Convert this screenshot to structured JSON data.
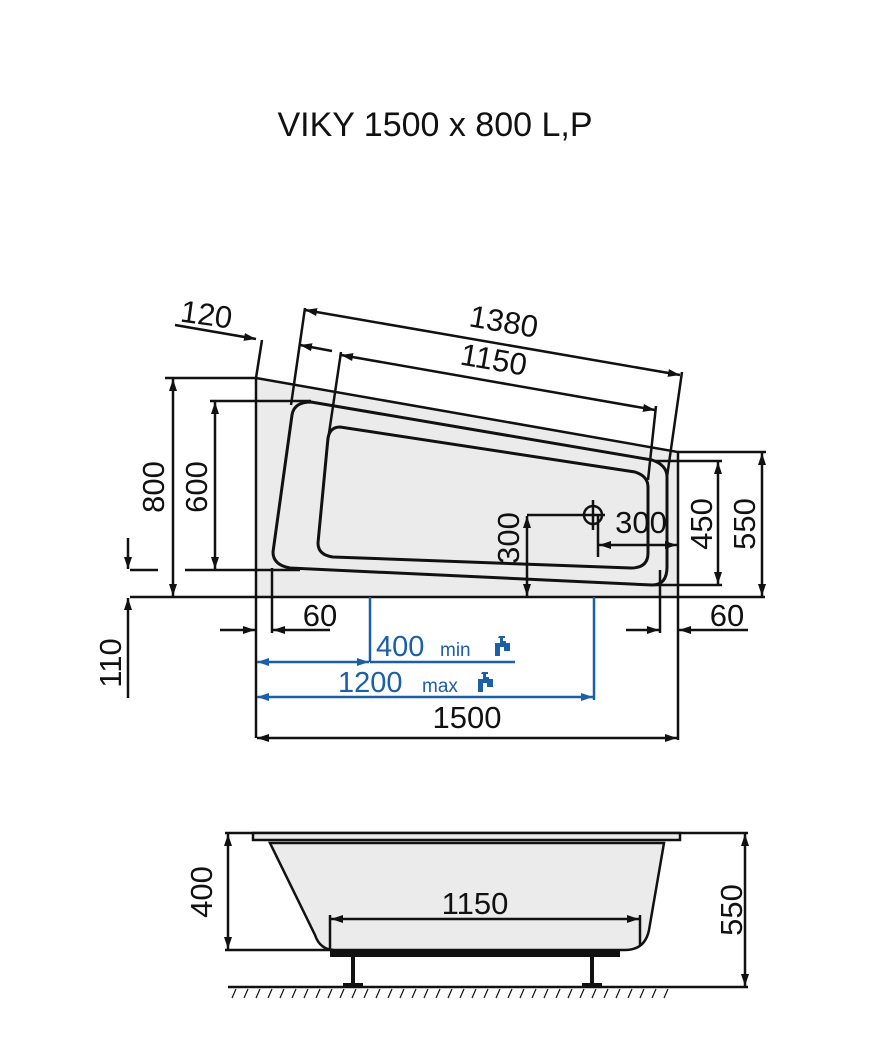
{
  "title": "VIKY 1500 x 800 L,P",
  "top_view": {
    "dims": {
      "corner_offset": "120",
      "outer_length": "1380",
      "inner_length": "1150",
      "total_depth": "800",
      "inner_depth": "600",
      "base_offset": "110",
      "drain_from_side": "300",
      "drain_from_end": "300",
      "end_inner_depth": "450",
      "end_depth": "550",
      "rim_left": "60",
      "rim_right": "60",
      "total_length": "1500"
    },
    "faucet": {
      "min_value": "400",
      "min_label": "min",
      "max_value": "1200",
      "max_label": "max",
      "color": "#1a5fa8"
    }
  },
  "side_view": {
    "dims": {
      "basin_depth": "400",
      "bottom_length": "1150",
      "total_height": "550"
    }
  },
  "colors": {
    "line": "#111111",
    "fill": "#ebebeb",
    "accent": "#1a5fa8"
  }
}
